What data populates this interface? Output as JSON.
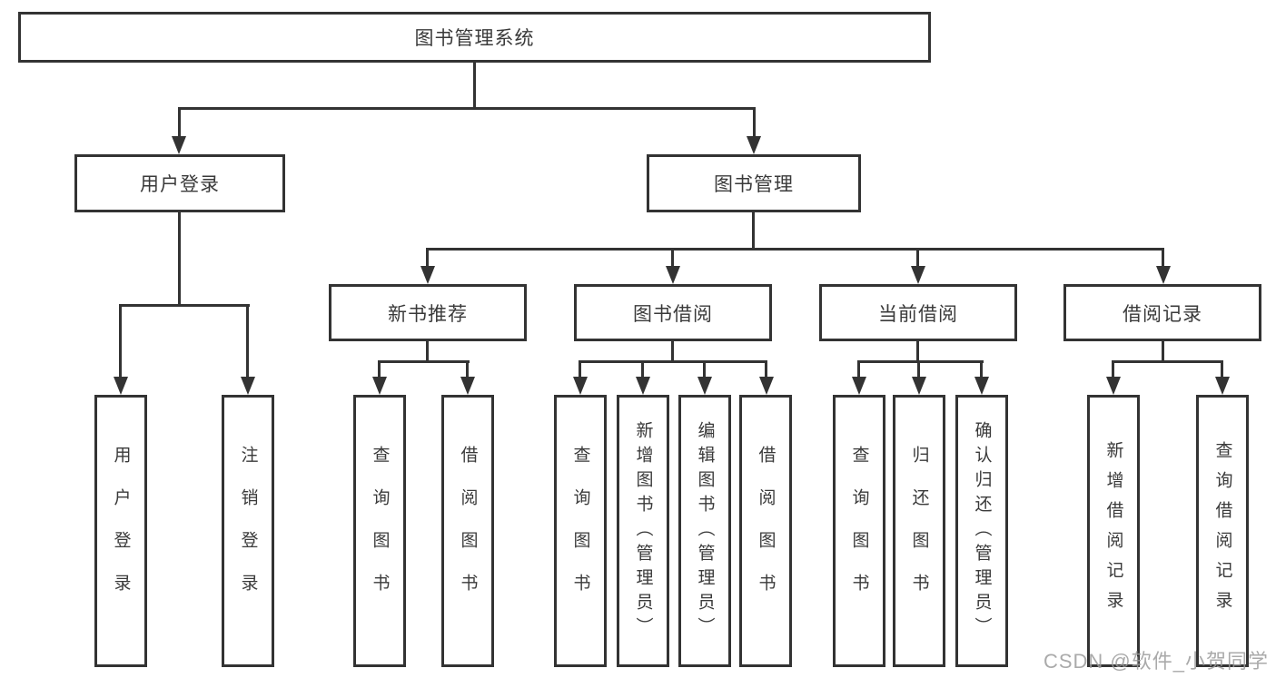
{
  "diagram_title": "图书管理系统",
  "colors": {
    "line": "#333333",
    "text": "#3a3a3a",
    "background": "#ffffff",
    "watermark": "#9c9c9c"
  },
  "tree": {
    "label": "图书管理系统",
    "children": [
      {
        "label": "用户登录",
        "children": [
          {
            "label": "用户登录"
          },
          {
            "label": "注销登录"
          }
        ]
      },
      {
        "label": "图书管理",
        "children": [
          {
            "label": "新书推荐",
            "children": [
              {
                "label": "查询图书"
              },
              {
                "label": "借阅图书"
              }
            ]
          },
          {
            "label": "图书借阅",
            "children": [
              {
                "label": "查询图书"
              },
              {
                "label": "新增图书（管理员）"
              },
              {
                "label": "编辑图书（管理员）"
              },
              {
                "label": "借阅图书"
              }
            ]
          },
          {
            "label": "当前借阅",
            "children": [
              {
                "label": "查询图书"
              },
              {
                "label": "归还图书"
              },
              {
                "label": "确认归还（管理员）"
              }
            ]
          },
          {
            "label": "借阅记录",
            "children": [
              {
                "label": "新增借阅记录"
              },
              {
                "label": "查询借阅记录"
              }
            ]
          }
        ]
      }
    ]
  },
  "watermark": {
    "text": "CSDN @软件_小贺同学"
  }
}
